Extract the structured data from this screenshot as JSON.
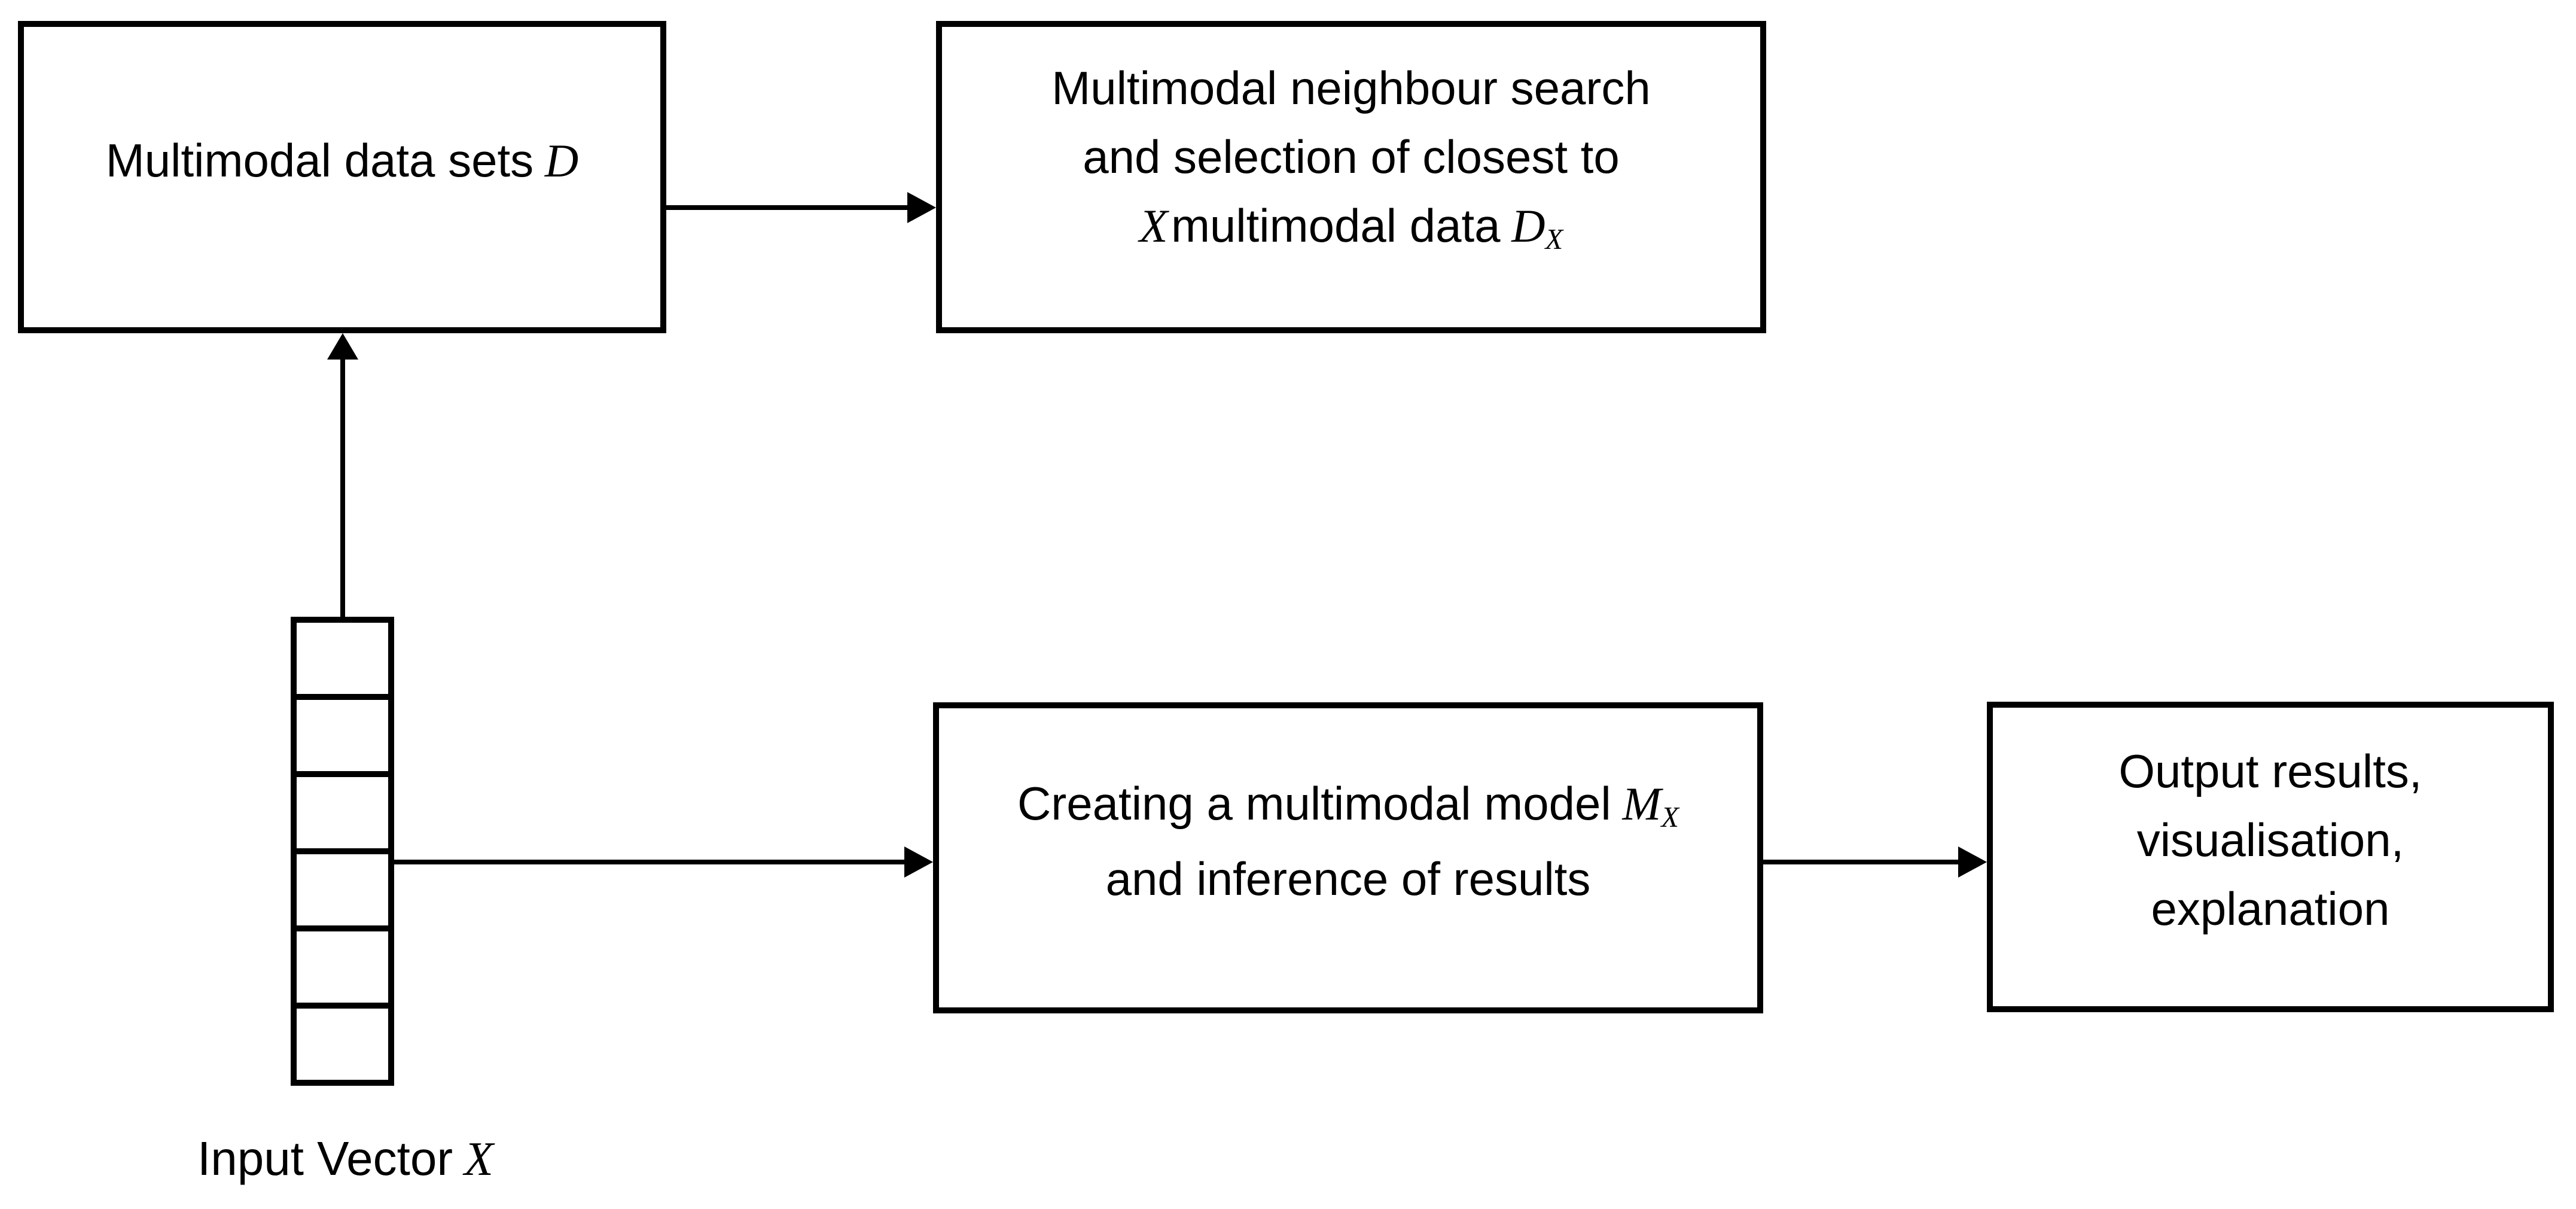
{
  "diagram": {
    "background_color": "#ffffff",
    "line_color": "#000000",
    "boxes": {
      "datasets": {
        "text": "Multimodal data sets",
        "symbol": "D"
      },
      "neighbour_search": {
        "line1": "Multimodal neighbour search",
        "line2": "and selection of closest to",
        "line3": {
          "symbol1": "X",
          "text": "multimodal data",
          "symbol2": "D",
          "symbol2_sub": "X"
        }
      },
      "model": {
        "line1": {
          "text": "Creating a multimodal model",
          "symbol": "M",
          "symbol_sub": "X"
        },
        "line2": "and inference of results"
      },
      "output": {
        "line1": "Output results,",
        "line2": "visualisation,",
        "line3": "explanation"
      }
    },
    "input_vector": {
      "label_text": "Input Vector",
      "label_symbol": "X",
      "cells": 6
    }
  }
}
